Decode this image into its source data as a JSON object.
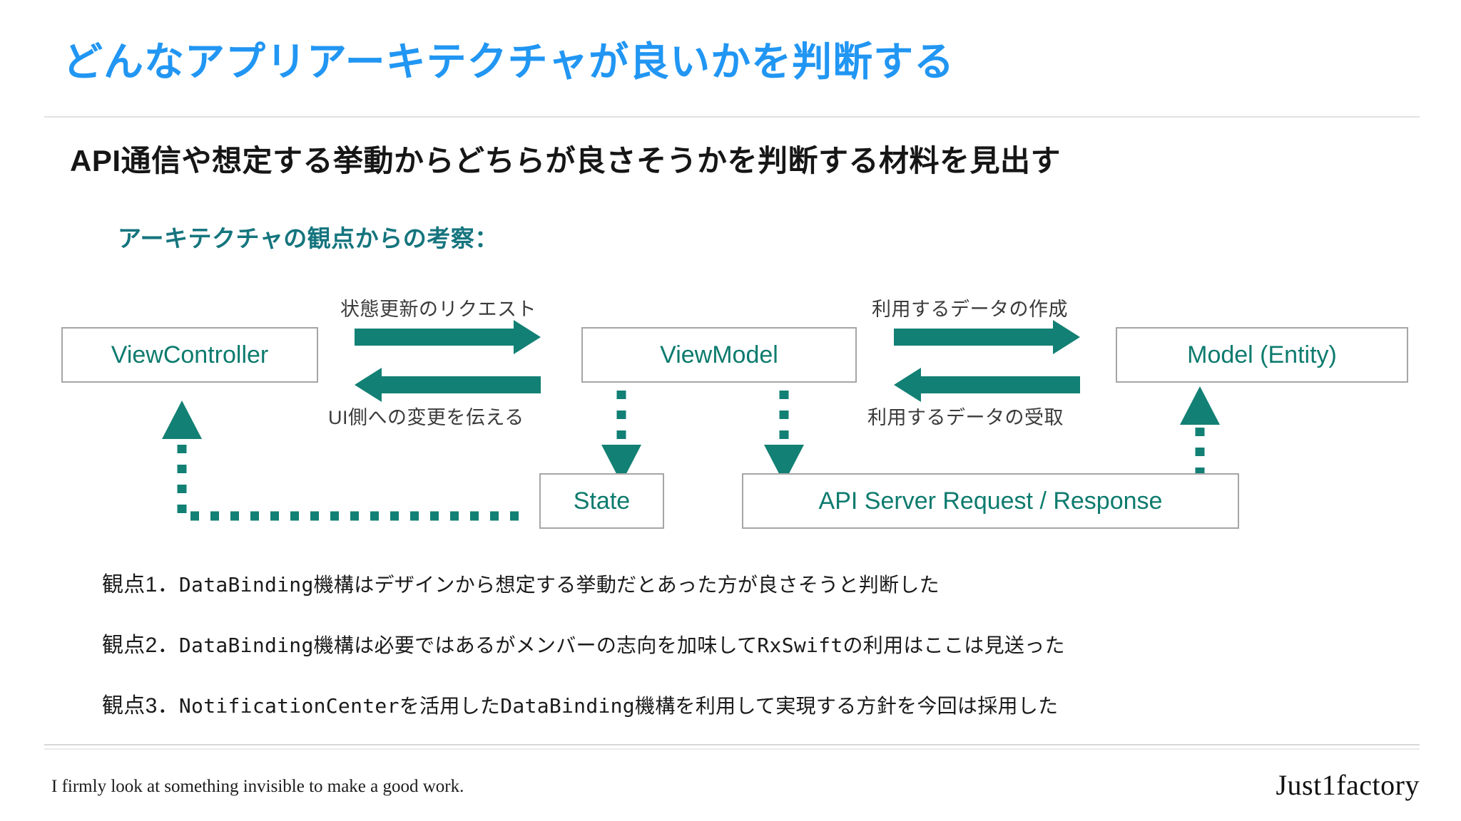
{
  "slide": {
    "title": "どんなアプリアーキテクチャが良いかを判断する",
    "subtitle": "API通信や想定する挙動からどちらが良さそうかを判断する材料を見出す",
    "section_heading": "アーキテクチャの観点からの考察："
  },
  "colors": {
    "title_blue": "#2196F3",
    "heading_teal": "#15757e",
    "node_teal": "#0d7b6e",
    "arrow_teal": "#128074",
    "node_border": "#a6a6a6",
    "body_text": "#1a1a1a",
    "rule": "#e2e2e2"
  },
  "diagram": {
    "nodes": [
      {
        "id": "viewcontroller",
        "label": "ViewController"
      },
      {
        "id": "viewmodel",
        "label": "ViewModel"
      },
      {
        "id": "model",
        "label": "Model (Entity)"
      },
      {
        "id": "state",
        "label": "State"
      },
      {
        "id": "api",
        "label": "API Server Request / Response"
      }
    ],
    "arrow_labels": [
      {
        "id": "vc-to-vm",
        "text": "状態更新のリクエスト"
      },
      {
        "id": "vm-to-vc",
        "text": "UI側への変更を伝える"
      },
      {
        "id": "vm-to-model",
        "text": "利用するデータの作成"
      },
      {
        "id": "model-to-vm",
        "text": "利用するデータの受取"
      }
    ]
  },
  "points": [
    {
      "label": "観点1．",
      "text": "DataBinding機構はデザインから想定する挙動だとあった方が良さそうと判断した"
    },
    {
      "label": "観点2．",
      "text": "DataBinding機構は必要ではあるがメンバーの志向を加味してRxSwiftの利用はここは見送った"
    },
    {
      "label": "観点3．",
      "text": "NotificationCenterを活用したDataBinding機構を利用して実現する方針を今回は採用した"
    }
  ],
  "footer": {
    "tagline": "I firmly look at something invisible to make a good work.",
    "logo": "Just1factory"
  }
}
